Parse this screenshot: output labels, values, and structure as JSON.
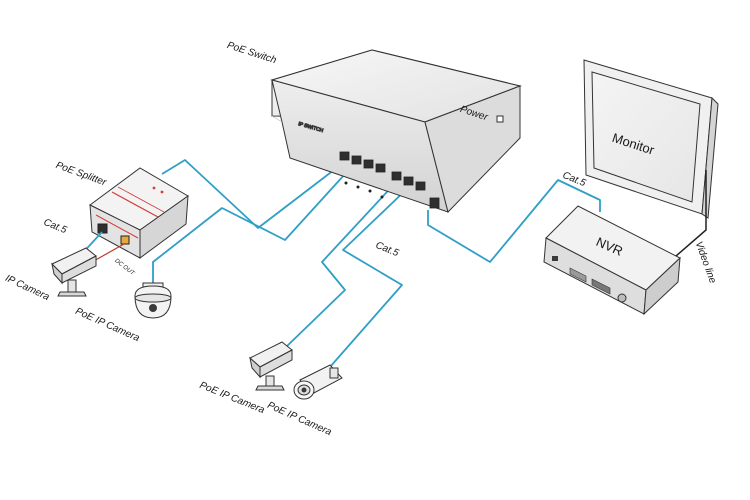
{
  "labels": {
    "poe_switch": "PoE  Switch",
    "power": "Power",
    "monitor": "Monitor",
    "nvr": "NVR",
    "video_line": "Video line",
    "poe_splitter": "PoE Splitter",
    "cat5_left": "Cat.5",
    "cat5_right": "Cat.5",
    "cat5_middle": "Cat.5",
    "ip_camera": "IP Camera",
    "dc_out": "DC OUT",
    "poe_ip_camera_dome": "PoE IP Camera",
    "poe_ip_camera_box": "PoE IP Camera",
    "poe_ip_camera_bullet": "PoE IP Camera"
  },
  "colors": {
    "cable": "#2f9fc6",
    "power_cable": "#c0392b",
    "outline": "#333333",
    "accent_red": "#d63a3a"
  }
}
